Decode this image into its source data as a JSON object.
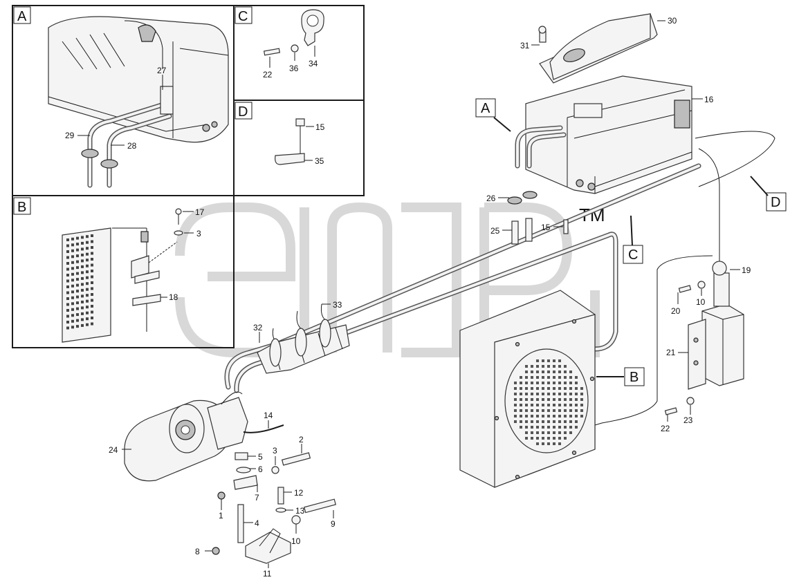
{
  "watermark": {
    "trademark": "TM"
  },
  "insets": [
    {
      "id": "A",
      "label": "A",
      "callouts": [
        "27",
        "28",
        "29"
      ]
    },
    {
      "id": "B",
      "label": "B",
      "callouts": [
        "17",
        "3",
        "18"
      ]
    },
    {
      "id": "C",
      "label": "C",
      "callouts": [
        "22",
        "36",
        "34"
      ]
    },
    {
      "id": "D",
      "label": "D",
      "callouts": [
        "15",
        "35"
      ]
    }
  ],
  "main_view_labels": [
    "A",
    "B",
    "C",
    "D"
  ],
  "callouts": {
    "n1": "1",
    "n2": "2",
    "n3": "3",
    "n4": "4",
    "n5": "5",
    "n6": "6",
    "n7": "7",
    "n8": "8",
    "n9": "9",
    "n10": "10",
    "n10b": "10",
    "n11": "11",
    "n12": "12",
    "n13": "13",
    "n14": "14",
    "n15": "15",
    "n16": "16",
    "n19": "19",
    "n20": "20",
    "n21": "21",
    "n22": "22",
    "n23": "23",
    "n24": "24",
    "n25": "25",
    "n26": "26",
    "n30": "30",
    "n31": "31",
    "n32": "32",
    "n33": "33"
  }
}
